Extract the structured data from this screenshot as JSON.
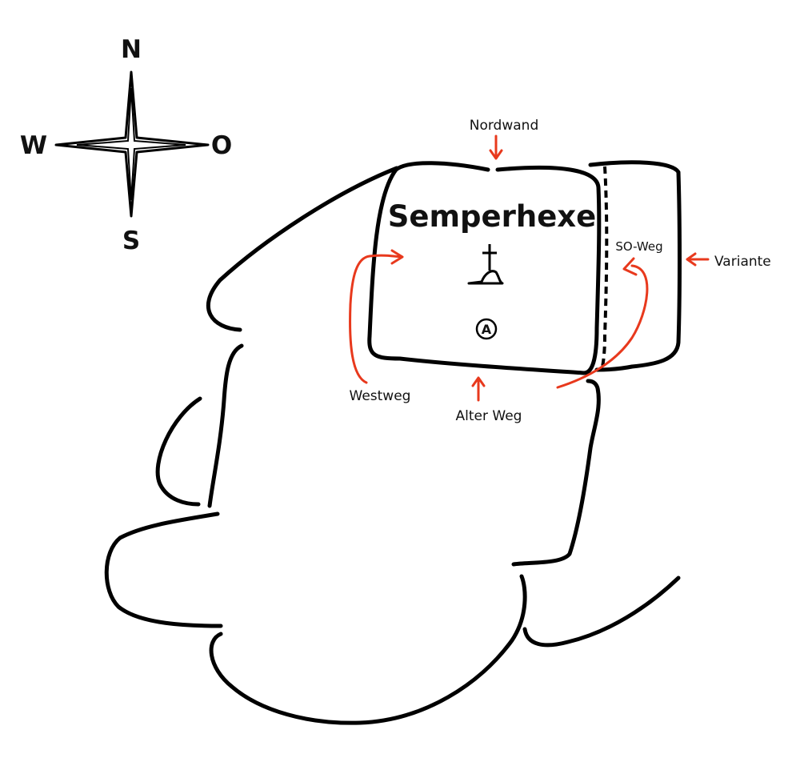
{
  "compass": {
    "north": "N",
    "south": "S",
    "west": "W",
    "east": "O"
  },
  "block": {
    "name": "Semperhexe",
    "marker": "A"
  },
  "routes": {
    "north_face": "Nordwand",
    "old_route": "Alter Weg",
    "west_route": "Westweg",
    "southeast_route": "SO-Weg",
    "variant": "Variante"
  },
  "colors": {
    "route_red": "#e8391d",
    "line_black": "#000000"
  },
  "icons": {
    "summit": "summit-cross-icon",
    "marker": "circle-a-icon",
    "compass": "compass-rose-icon"
  }
}
